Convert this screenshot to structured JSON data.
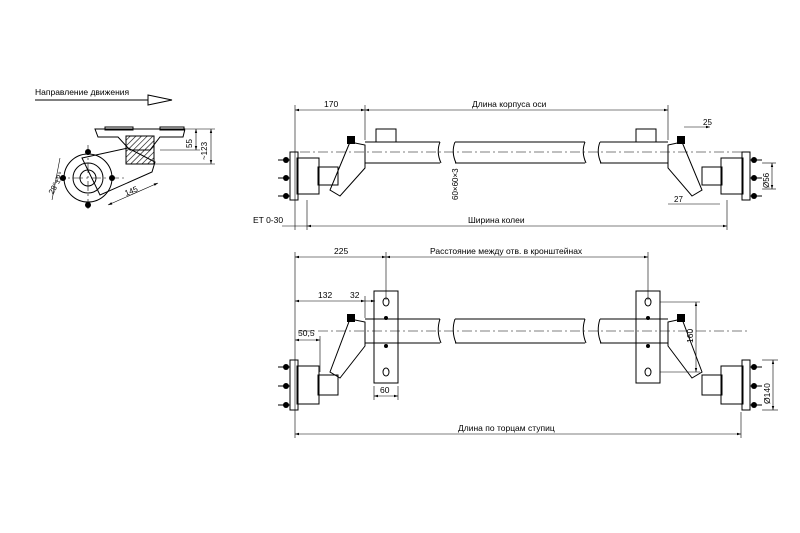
{
  "labels": {
    "direction": "Направление движения",
    "axle_body_length": "Длина корпуса оси",
    "track_width": "Ширина колеи",
    "et": "ET 0-30",
    "bracket_distance": "Расстояние между отв. в кронштейнах",
    "hub_length": "Длина по торцам ступиц"
  },
  "dimensions": {
    "d170": "170",
    "d25": "25",
    "d27": "27",
    "d56": "Ø56",
    "profile": "60×60×3",
    "d55": "55",
    "d123": "~123",
    "d28": "28°±2°",
    "d145": "145",
    "d225": "225",
    "d132": "132",
    "d32": "32",
    "d50_5": "50,5",
    "d60": "60",
    "d160": "160",
    "d140": "Ø140"
  }
}
